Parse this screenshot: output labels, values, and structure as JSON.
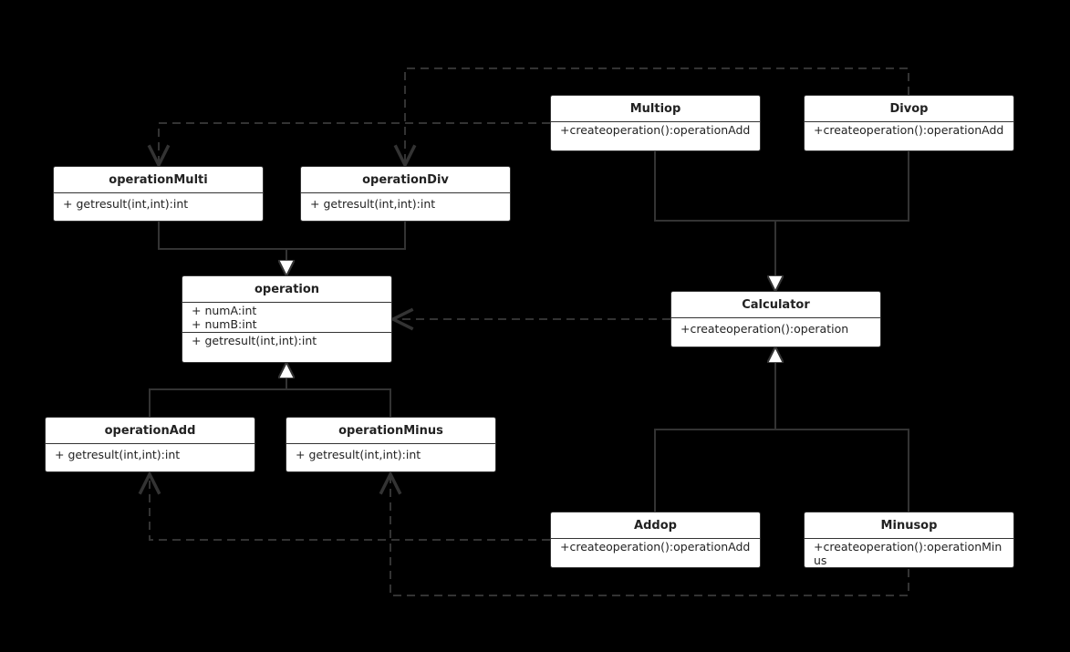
{
  "colors": {
    "background": "#000000",
    "box_fill": "#ffffff",
    "box_border": "#333333",
    "connector": "#333333"
  },
  "classes": {
    "operation": {
      "name": "operation",
      "attributes": [
        "+ numA:int",
        "+ numB:int"
      ],
      "operations": [
        "+ getresult(int,int):int"
      ]
    },
    "operationMulti": {
      "name": "operationMulti",
      "operations": [
        "+ getresult(int,int):int"
      ]
    },
    "operationDiv": {
      "name": "operationDiv",
      "operations": [
        "+ getresult(int,int):int"
      ]
    },
    "operationAdd": {
      "name": "operationAdd",
      "operations": [
        "+ getresult(int,int):int"
      ]
    },
    "operationMinus": {
      "name": "operationMinus",
      "operations": [
        "+ getresult(int,int):int"
      ]
    },
    "Calculator": {
      "name": "Calculator",
      "operations": [
        "+createoperation():operation"
      ]
    },
    "Multiop": {
      "name": "Multiop",
      "operations": [
        "+createoperation():operationAdd"
      ]
    },
    "Divop": {
      "name": "Divop",
      "operations": [
        "+createoperation():operationAdd"
      ]
    },
    "Addop": {
      "name": "Addop",
      "operations": [
        "+createoperation():operationAdd"
      ]
    },
    "Minusop": {
      "name": "Minusop",
      "operations": [
        "+createoperation():operationMinus"
      ]
    }
  },
  "relations": [
    {
      "from": "operationMulti",
      "to": "operation",
      "kind": "generalization"
    },
    {
      "from": "operationDiv",
      "to": "operation",
      "kind": "generalization"
    },
    {
      "from": "operationAdd",
      "to": "operation",
      "kind": "generalization"
    },
    {
      "from": "operationMinus",
      "to": "operation",
      "kind": "generalization"
    },
    {
      "from": "Multiop",
      "to": "Calculator",
      "kind": "generalization"
    },
    {
      "from": "Divop",
      "to": "Calculator",
      "kind": "generalization"
    },
    {
      "from": "Addop",
      "to": "Calculator",
      "kind": "generalization"
    },
    {
      "from": "Minusop",
      "to": "Calculator",
      "kind": "generalization"
    },
    {
      "from": "Calculator",
      "to": "operation",
      "kind": "dependency"
    },
    {
      "from": "Multiop",
      "to": "operationMulti",
      "kind": "dependency"
    },
    {
      "from": "Divop",
      "to": "operationDiv",
      "kind": "dependency"
    },
    {
      "from": "Addop",
      "to": "operationAdd",
      "kind": "dependency"
    },
    {
      "from": "Minusop",
      "to": "operationMinus",
      "kind": "dependency"
    }
  ]
}
